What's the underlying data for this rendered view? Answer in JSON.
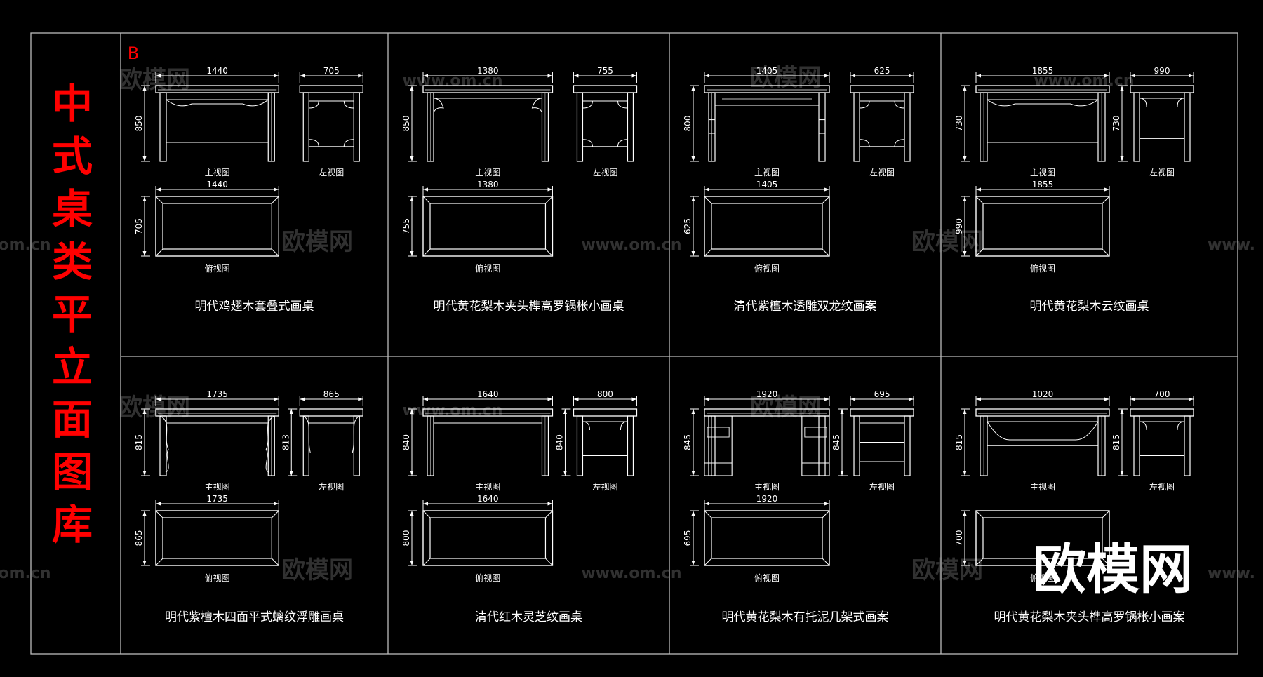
{
  "sheet": {
    "title_chars": [
      "中",
      "式",
      "桌",
      "类",
      "平",
      "立",
      "面",
      "图",
      "库"
    ],
    "sheet_letter": "B",
    "logo_text": "欧模网",
    "watermark_text": "欧模网",
    "watermark_url": "www.om.cn",
    "watermark_edge": "om.cn",
    "watermark_edge_right": "www.",
    "colors": {
      "background": "#000000",
      "line": "#ffffff",
      "title": "#ff0000",
      "frame": "#bbbbbb"
    }
  },
  "cells": [
    {
      "name": "明代鸡翅木套叠式画桌",
      "front": {
        "label": "主视图",
        "width": "1440",
        "height": "850"
      },
      "side": {
        "label": "左视图",
        "width": "705"
      },
      "plan": {
        "label": "俯视图",
        "width": "1440",
        "depth": "705"
      }
    },
    {
      "name": "明代黄花梨木夹头榫高罗锅枨小画桌",
      "front": {
        "label": "主视图",
        "width": "1380",
        "height": "850"
      },
      "side": {
        "label": "左视图",
        "width": "755"
      },
      "plan": {
        "label": "俯视图",
        "width": "1380",
        "depth": "755"
      }
    },
    {
      "name": "清代紫檀木透雕双龙纹画案",
      "front": {
        "label": "主视图",
        "width": "1405",
        "height": "800"
      },
      "side": {
        "label": "左视图",
        "width": "625"
      },
      "plan": {
        "label": "俯视图",
        "width": "1405",
        "depth": "625"
      }
    },
    {
      "name": "明代黄花梨木云纹画桌",
      "front": {
        "label": "主视图",
        "width": "1855",
        "height": "730"
      },
      "side": {
        "label": "左视图",
        "width": "990",
        "height": "730"
      },
      "plan": {
        "label": "俯视图",
        "width": "1855",
        "depth": "990"
      }
    },
    {
      "name": "明代紫檀木四面平式螭纹浮雕画桌",
      "front": {
        "label": "主视图",
        "width": "1735",
        "height": "815"
      },
      "side": {
        "label": "左视图",
        "width": "865",
        "height": "813"
      },
      "plan": {
        "label": "俯视图",
        "width": "1735",
        "depth": "865"
      }
    },
    {
      "name": "清代红木灵芝纹画桌",
      "front": {
        "label": "主视图",
        "width": "1640",
        "height": "840"
      },
      "side": {
        "label": "左视图",
        "width": "800",
        "height": "840"
      },
      "plan": {
        "label": "俯视图",
        "width": "1640",
        "depth": "800"
      }
    },
    {
      "name": "明代黄花梨木有托泥几架式画案",
      "front": {
        "label": "主视图",
        "width": "1920",
        "height": "845"
      },
      "side": {
        "label": "左视图",
        "width": "695",
        "height": "845"
      },
      "plan": {
        "label": "俯视图",
        "width": "1920",
        "depth": "695"
      }
    },
    {
      "name": "明代黄花梨木夹头榫高罗锅枨小画案",
      "front": {
        "label": "主视图",
        "width": "1020",
        "height": "815"
      },
      "side": {
        "label": "左视图",
        "width": "700",
        "height": "815"
      },
      "plan": {
        "label": "俯视图",
        "depth": "700"
      }
    }
  ]
}
